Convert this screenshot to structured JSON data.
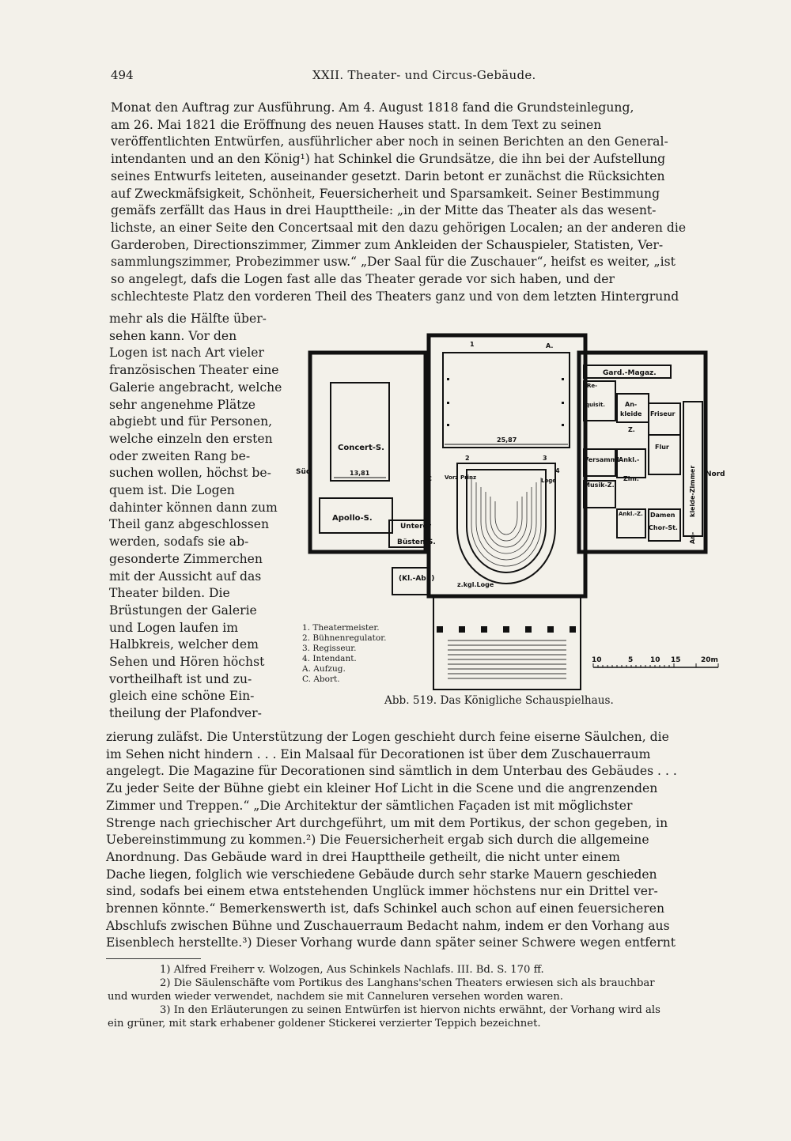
{
  "header": {
    "page_number": "494",
    "running_title": "XXII. Theater- und Circus-Gebäude."
  },
  "body_top": [
    "Monat den Auftrag zur Ausführung. Am 4. August 1818 fand die Grundsteinlegung,",
    "am 26. Mai 1821 die Eröffnung des neuen Hauses statt. In dem Text zu seinen",
    "veröffentlichten Entwürfen, ausführlicher aber noch in seinen Berichten an den General-",
    "intendanten und an den König¹) hat Schinkel die Grundsätze, die ihn bei der Aufstellung",
    "seines Entwurfs leiteten, auseinander gesetzt. Darin betont er zunächst die Rücksichten",
    "auf Zweckmäfsigkeit, Schönheit, Feuersicherheit und Sparsamkeit. Seiner Bestimmung",
    "gemäfs zerfällt das Haus in drei Haupttheile: „in der Mitte das Theater als das wesent-",
    "lichste, an einer Seite den Concertsaal mit den dazu gehörigen Localen; an der anderen die",
    "Garderoben, Directionszimmer, Zimmer zum Ankleiden der Schauspieler, Statisten, Ver-",
    "sammlungszimmer, Probezimmer usw.“ „Der Saal für die Zuschauer“, heifst es weiter, „ist",
    "so angelegt, dafs die Logen fast alle das Theater gerade vor sich haben, und der",
    "schlechteste Platz den vorderen Theil des Theaters ganz und von dem letzten Hintergrund"
  ],
  "body_column": [
    "mehr als die Hälfte über-",
    "sehen kann. Vor den",
    "Logen ist nach Art vieler",
    "französischen Theater eine",
    "Galerie angebracht, welche",
    "sehr angenehme Plätze",
    "abgiebt und für Personen,",
    "welche einzeln den ersten",
    "oder zweiten Rang be-",
    "suchen wollen, höchst be-",
    "quem ist. Die Logen",
    "dahinter können dann zum",
    "Theil ganz abgeschlossen",
    "werden, sodafs sie ab-",
    "gesonderte Zimmerchen",
    "mit der Aussicht auf das",
    "Theater bilden. Die",
    "Brüstungen der Galerie",
    "und Logen laufen im",
    "Halbkreis, welcher dem",
    "Sehen und Hören höchst",
    "vortheilhaft ist und zu-",
    "gleich eine schöne Ein-",
    "theilung der Plafondver-"
  ],
  "body_bottom": [
    "zierung zuläfst. Die Unterstützung der Logen geschieht durch feine eiserne Säulchen, die",
    "im Sehen nicht hindern . . . Ein Malsaal für Decorationen ist über dem Zuschauerraum",
    "angelegt. Die Magazine für Decorationen sind sämtlich in dem Unterbau des Gebäudes . . .",
    "Zu jeder Seite der Bühne giebt ein kleiner Hof Licht in die Scene und die angrenzenden",
    "Zimmer und Treppen.“ „Die Architektur der sämtlichen Façaden ist mit möglichster",
    "Strenge nach griechischer Art durchgeführt, um mit dem Portikus, der schon gegeben, in",
    "Uebereinstimmung zu kommen.²) Die Feuersicherheit ergab sich durch die allgemeine",
    "Anordnung. Das Gebäude ward in drei Haupttheile getheilt, die nicht unter einem",
    "Dache liegen, folglich wie verschiedene Gebäude durch sehr starke Mauern geschieden",
    "sind, sodafs bei einem etwa entstehenden Unglück immer höchstens nur ein Drittel ver-",
    "brennen könnte.“ Bemerkenswerth ist, dafs Schinkel auch schon auf einen feuersicheren",
    "Abschlufs zwischen Bühne und Zuschauerraum Bedacht nahm, indem er den Vorhang aus",
    "Eisenblech herstellte.³) Dieser Vorhang wurde dann später seiner Schwere wegen entfernt"
  ],
  "figure": {
    "caption": "Abb. 519. Das Königliche Schauspielhaus.",
    "legend": [
      "1. Theatermeister.",
      "2. Bühnenregulator.",
      "3. Regisseur.",
      "4. Intendant.",
      "A. Aufzug.",
      "C. Abort."
    ],
    "labels": {
      "concert": "Concert-S.",
      "apollo": "Apollo-S.",
      "sued": "Süd",
      "nord": "Nord",
      "dim_left": "13,81",
      "dim_stage": "25,87",
      "unterer": "Unterer",
      "buesten": "Büsten.S.",
      "klabl": "(Kl.-Abl.)",
      "kgl_loge": "z.kgl.Loge",
      "gard_magaz": "Gard.-Magaz.",
      "an": "An-",
      "kleide": "kleide",
      "z_dot": "Z.",
      "friseur": "Friseur",
      "flur": "Flur",
      "versamml": "Versamml",
      "ankl": "Ankl.-",
      "zim": "Zim.",
      "musik": "Musik-Z.",
      "ankl_z": "Ankl.-Z.",
      "damen": "Damen",
      "chor": "Chor-St.",
      "kleide_zimmer": "kleide-Zimmer",
      "an2": "An-",
      "vorz": "Vorz",
      "prinz": "Prinz",
      "loge": "Loge",
      "a_mark": "A.",
      "c_mark": "C",
      "one": "1",
      "two": "2",
      "three": "3",
      "four": "4",
      "quisit": "quisit.",
      "re": "Re-"
    },
    "scale": {
      "ticks": [
        "10",
        "5",
        "10",
        "15",
        "20m"
      ]
    }
  },
  "footnotes": [
    "1) Alfred Freiherr v. Wolzogen, Aus Schinkels Nachlafs. III. Bd. S. 170 ff.",
    "2) Die Säulenschäfte vom Portikus des Langhans'schen Theaters erwiesen sich als brauchbar",
    "und wurden wieder verwendet, nachdem sie mit Canneluren versehen worden waren.",
    "3) In den Erläuterungen zu seinen Entwürfen ist hiervon nichts erwähnt, der Vorhang wird als",
    "ein grüner, mit stark erhabener goldener Stickerei verzierter Teppich bezeichnet."
  ]
}
